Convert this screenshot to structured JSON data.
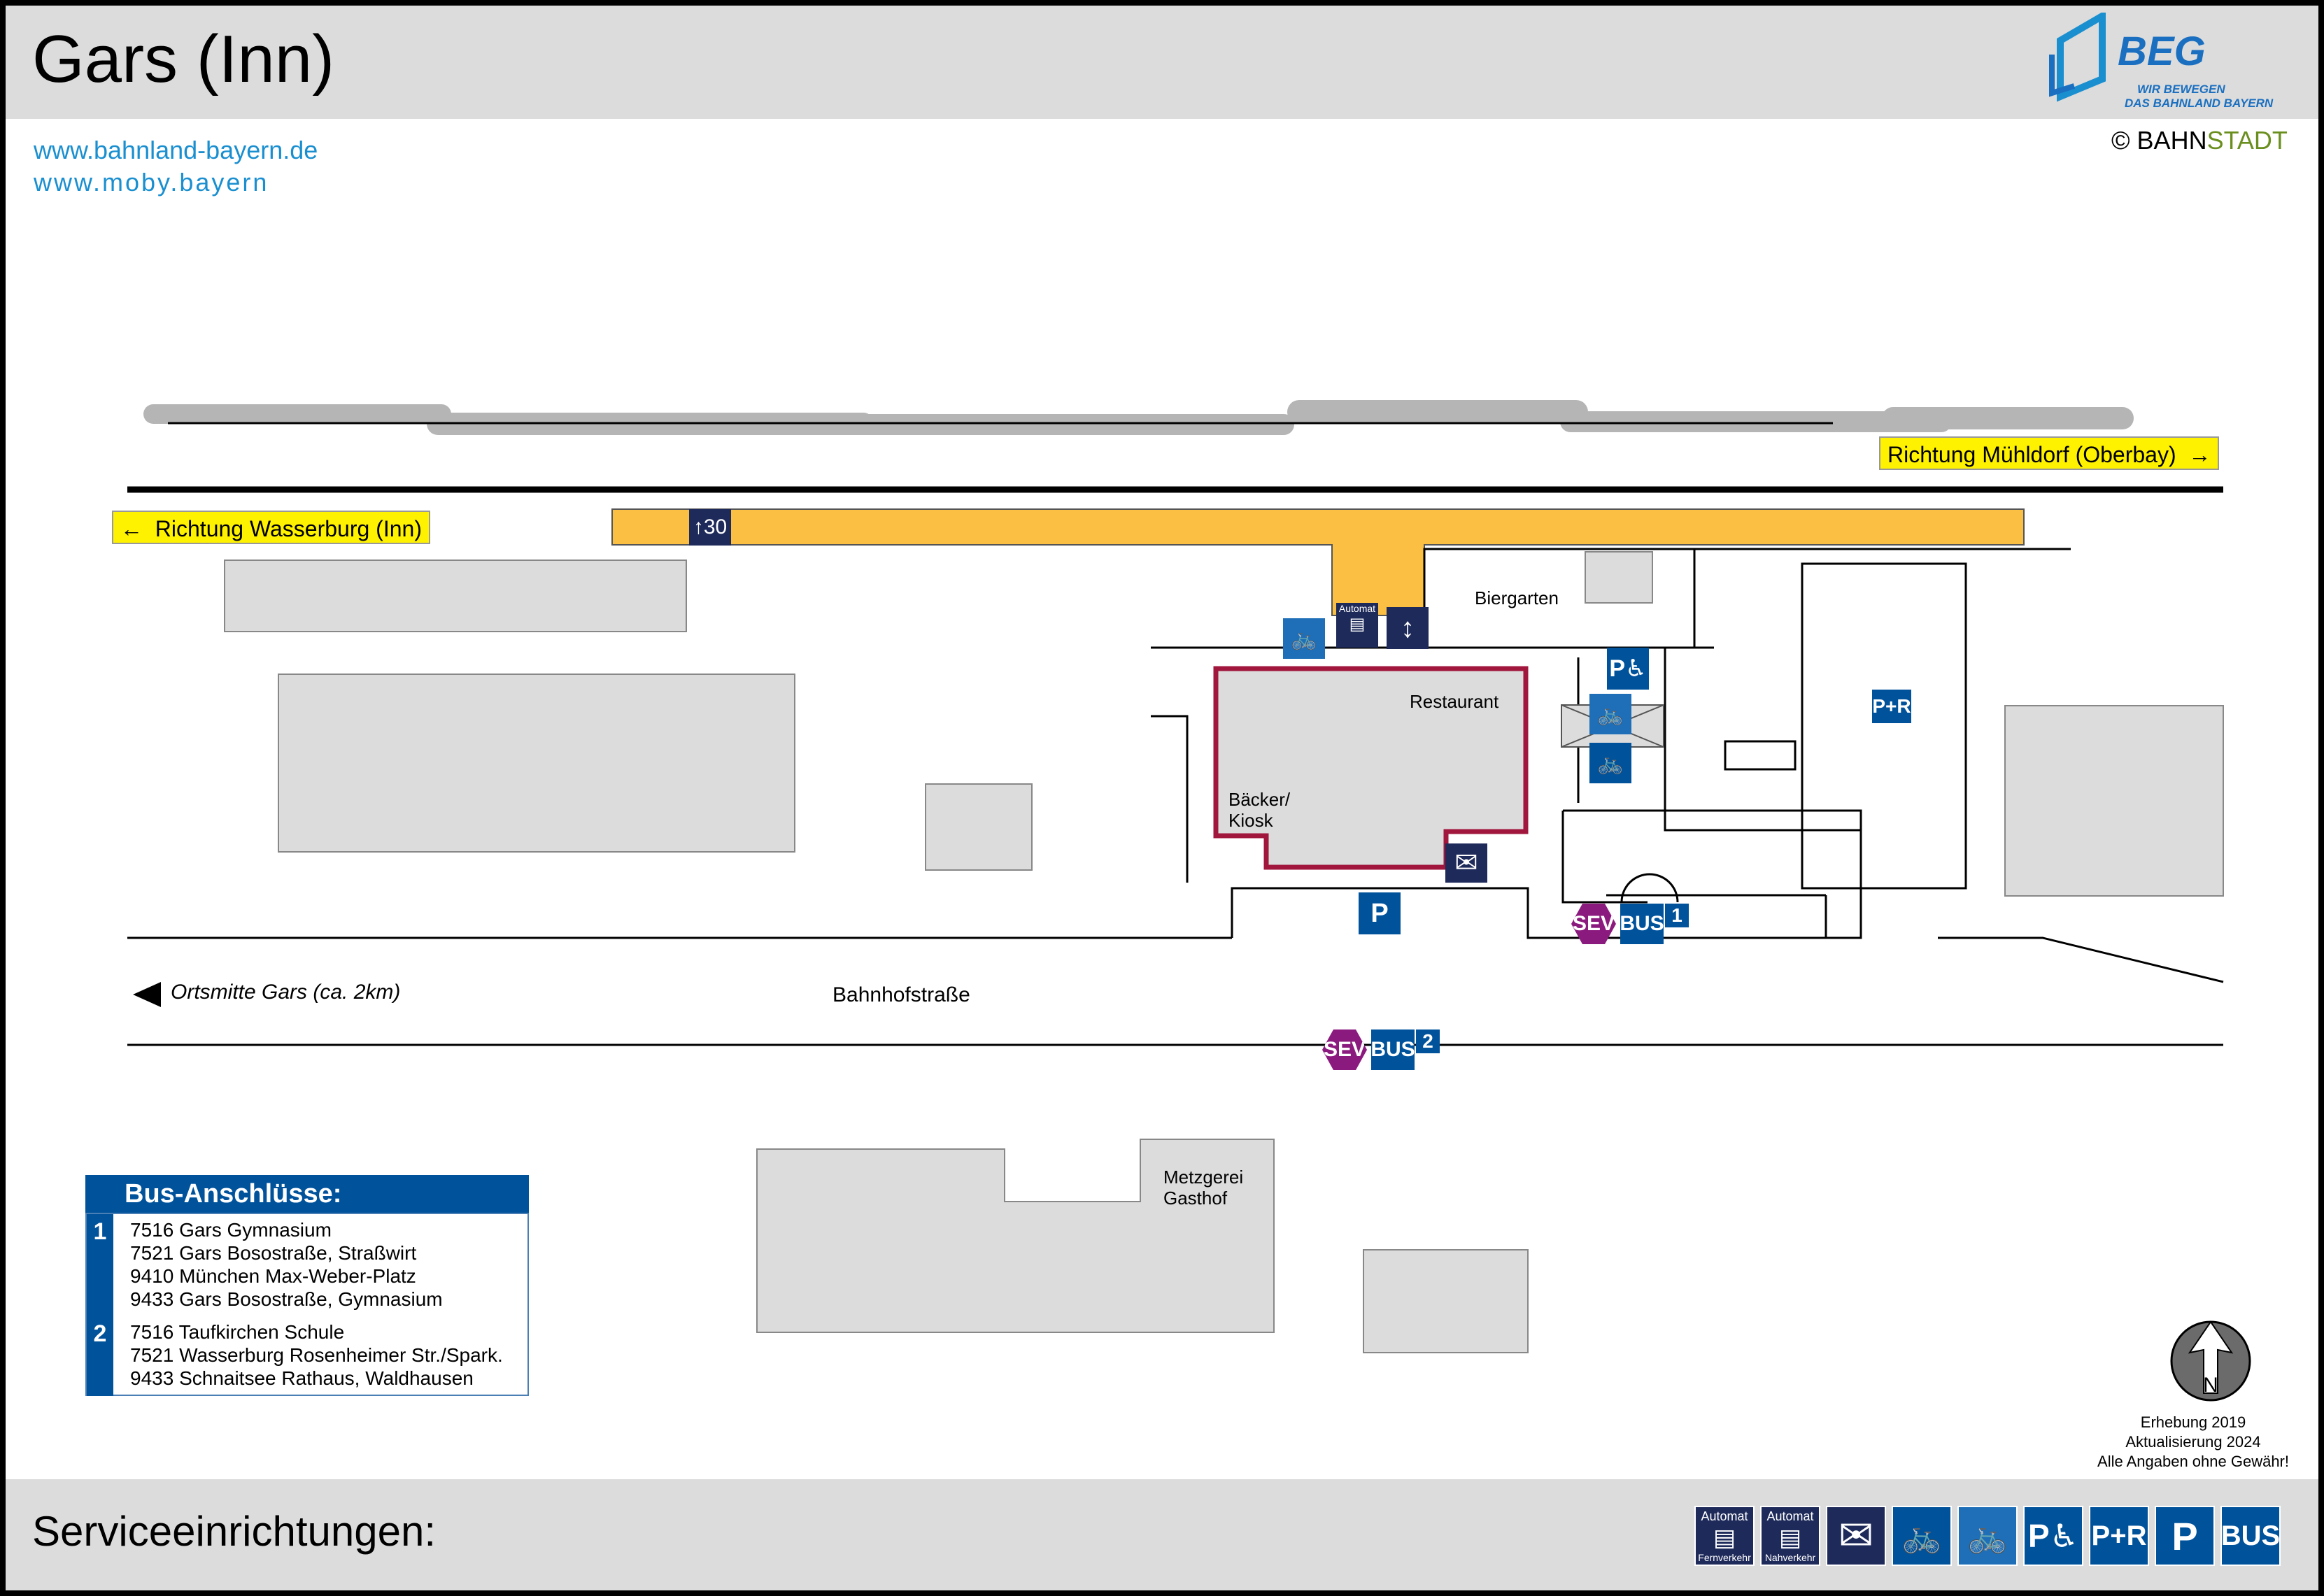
{
  "header": {
    "title": "Gars (Inn)"
  },
  "links": [
    "www.bahnland-bayern.de",
    "www.moby.bayern"
  ],
  "logo": {
    "name": "BEG",
    "tagline_1": "WIR BEWEGEN",
    "tagline_2": "DAS BAHNLAND BAYERN"
  },
  "copyright": {
    "symbol": "©",
    "part1": "BAHN",
    "part2": "STADT"
  },
  "directions": {
    "muehldorf": "Richtung Mühldorf (Oberbay)",
    "wasserburg": "Richtung Wasserburg (Inn)",
    "ortsmitte": "Ortsmitte Gars (ca. 2km)"
  },
  "platform": {
    "track_number": "30"
  },
  "labels": {
    "biergarten": "Biergarten",
    "restaurant": "Restaurant",
    "baecker_1": "Bäcker/",
    "baecker_2": "Kiosk",
    "street": "Bahnhofstraße",
    "metzgerei_1": "Metzgerei",
    "metzgerei_2": "Gasthof"
  },
  "map_icons": {
    "automat": "Automat",
    "parking": "P",
    "park_ride": "P+R",
    "sev": "SEV",
    "bus": "BUS",
    "stop1": "1",
    "stop2": "2"
  },
  "bus_connections": {
    "title": "Bus-Anschlüsse:",
    "stops": [
      {
        "number": "1",
        "lines": [
          "7516 Gars Gymnasium",
          "7521 Gars Bosostraße, Straßwirt",
          "9410 München Max-Weber-Platz",
          "9433 Gars Bosostraße, Gymnasium"
        ]
      },
      {
        "number": "2",
        "lines": [
          "7516 Taufkirchen Schule",
          "7521 Wasserburg Rosenheimer Str./Spark.",
          "9433 Schnaitsee Rathaus, Waldhausen"
        ]
      }
    ]
  },
  "notes": {
    "survey": "Erhebung 2019",
    "update": "Aktualisierung 2024",
    "disclaimer": "Alle Angaben ohne Gewähr!"
  },
  "footer": {
    "title": "Serviceeinrichtungen:",
    "icons": [
      {
        "top": "Automat",
        "bottom": "Fernverkehr",
        "icon": "ticket-machine-icon"
      },
      {
        "top": "Automat",
        "bottom": "Nahverkehr",
        "icon": "ticket-machine-icon"
      },
      {
        "icon": "mail-icon"
      },
      {
        "icon": "bicycle-icon"
      },
      {
        "icon": "bike-box-icon"
      },
      {
        "text": "P",
        "icon": "disabled-parking-icon"
      },
      {
        "text": "P+R",
        "icon": "park-ride-icon"
      },
      {
        "text": "P",
        "icon": "parking-icon"
      },
      {
        "text": "BUS",
        "icon": "bus-icon"
      }
    ]
  },
  "colors": {
    "platform": "#fbbf44",
    "blue": "#00529b",
    "navy": "#1e2a5a",
    "sev": "#8b1a7e",
    "building": "#dcdcdc",
    "station": "#a0163c"
  }
}
